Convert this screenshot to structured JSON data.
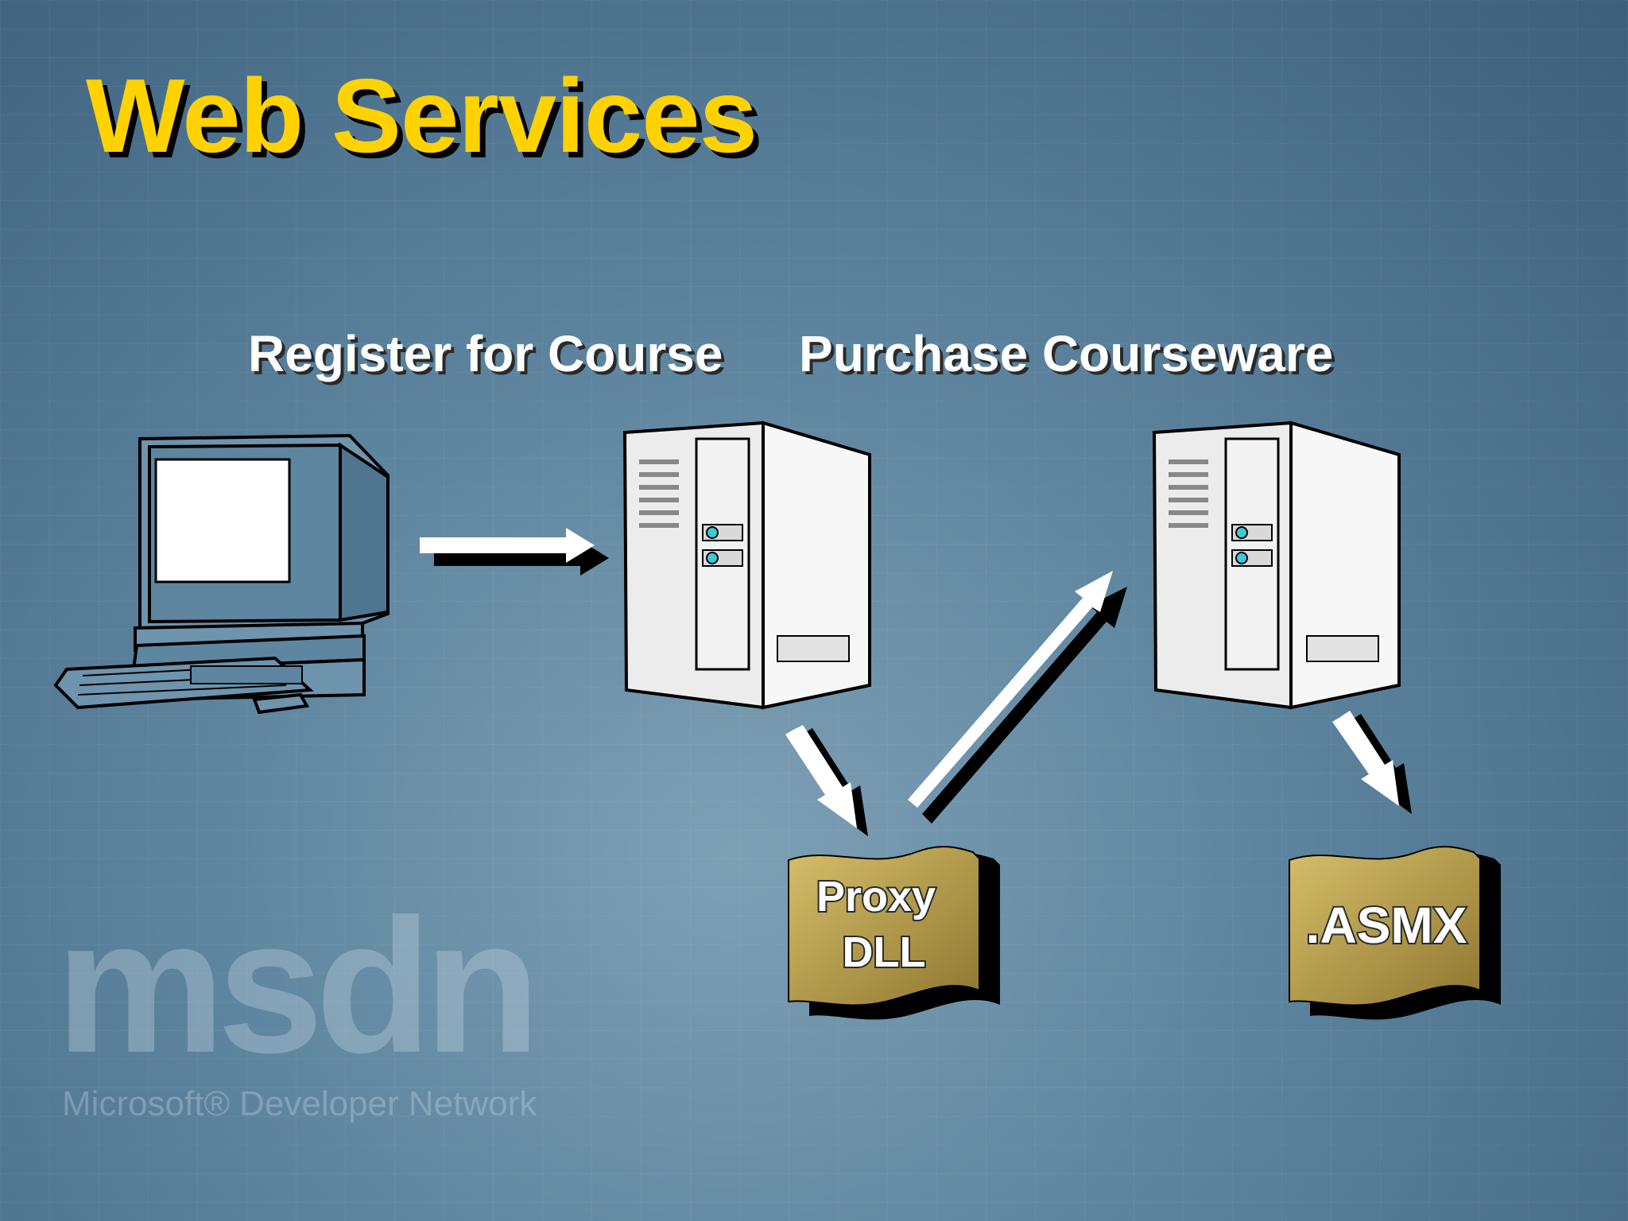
{
  "slide": {
    "title": "Web Services"
  },
  "labels": {
    "register": "Register for Course",
    "purchase": "Purchase Courseware"
  },
  "documents": {
    "proxy_line1": "Proxy",
    "proxy_line2": "DLL",
    "asmx": ".ASMX"
  },
  "watermark": {
    "logo": "msdn",
    "subtitle": "Microsoft® Developer Network"
  },
  "colors": {
    "title": "#ffd200",
    "document": "#b89c4a",
    "background": "#5f86a0"
  }
}
